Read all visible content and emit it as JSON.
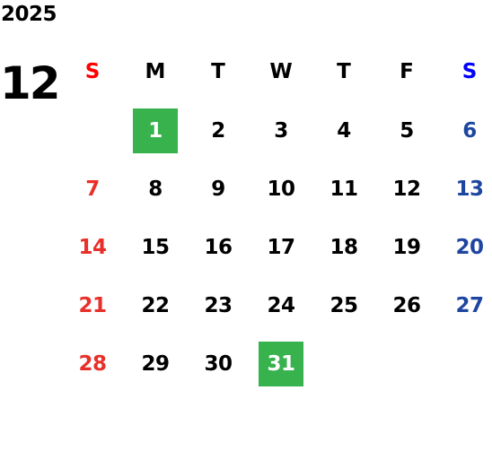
{
  "year": "2025",
  "month": "12",
  "weekdays": [
    "S",
    "M",
    "T",
    "W",
    "T",
    "F",
    "S"
  ],
  "weeks": [
    [
      "",
      "1",
      "2",
      "3",
      "4",
      "5",
      "6"
    ],
    [
      "7",
      "8",
      "9",
      "10",
      "11",
      "12",
      "13"
    ],
    [
      "14",
      "15",
      "16",
      "17",
      "18",
      "19",
      "20"
    ],
    [
      "21",
      "22",
      "23",
      "24",
      "25",
      "26",
      "27"
    ],
    [
      "28",
      "29",
      "30",
      "31",
      "",
      "",
      ""
    ]
  ],
  "highlighted_days": [
    "1",
    "31"
  ],
  "colors": {
    "sunday": "#e8302a",
    "saturday": "#1e46a0",
    "sunday_header": "#ff0000",
    "saturday_header": "#0000ff",
    "highlight": "#37b24d",
    "text": "#000000"
  }
}
